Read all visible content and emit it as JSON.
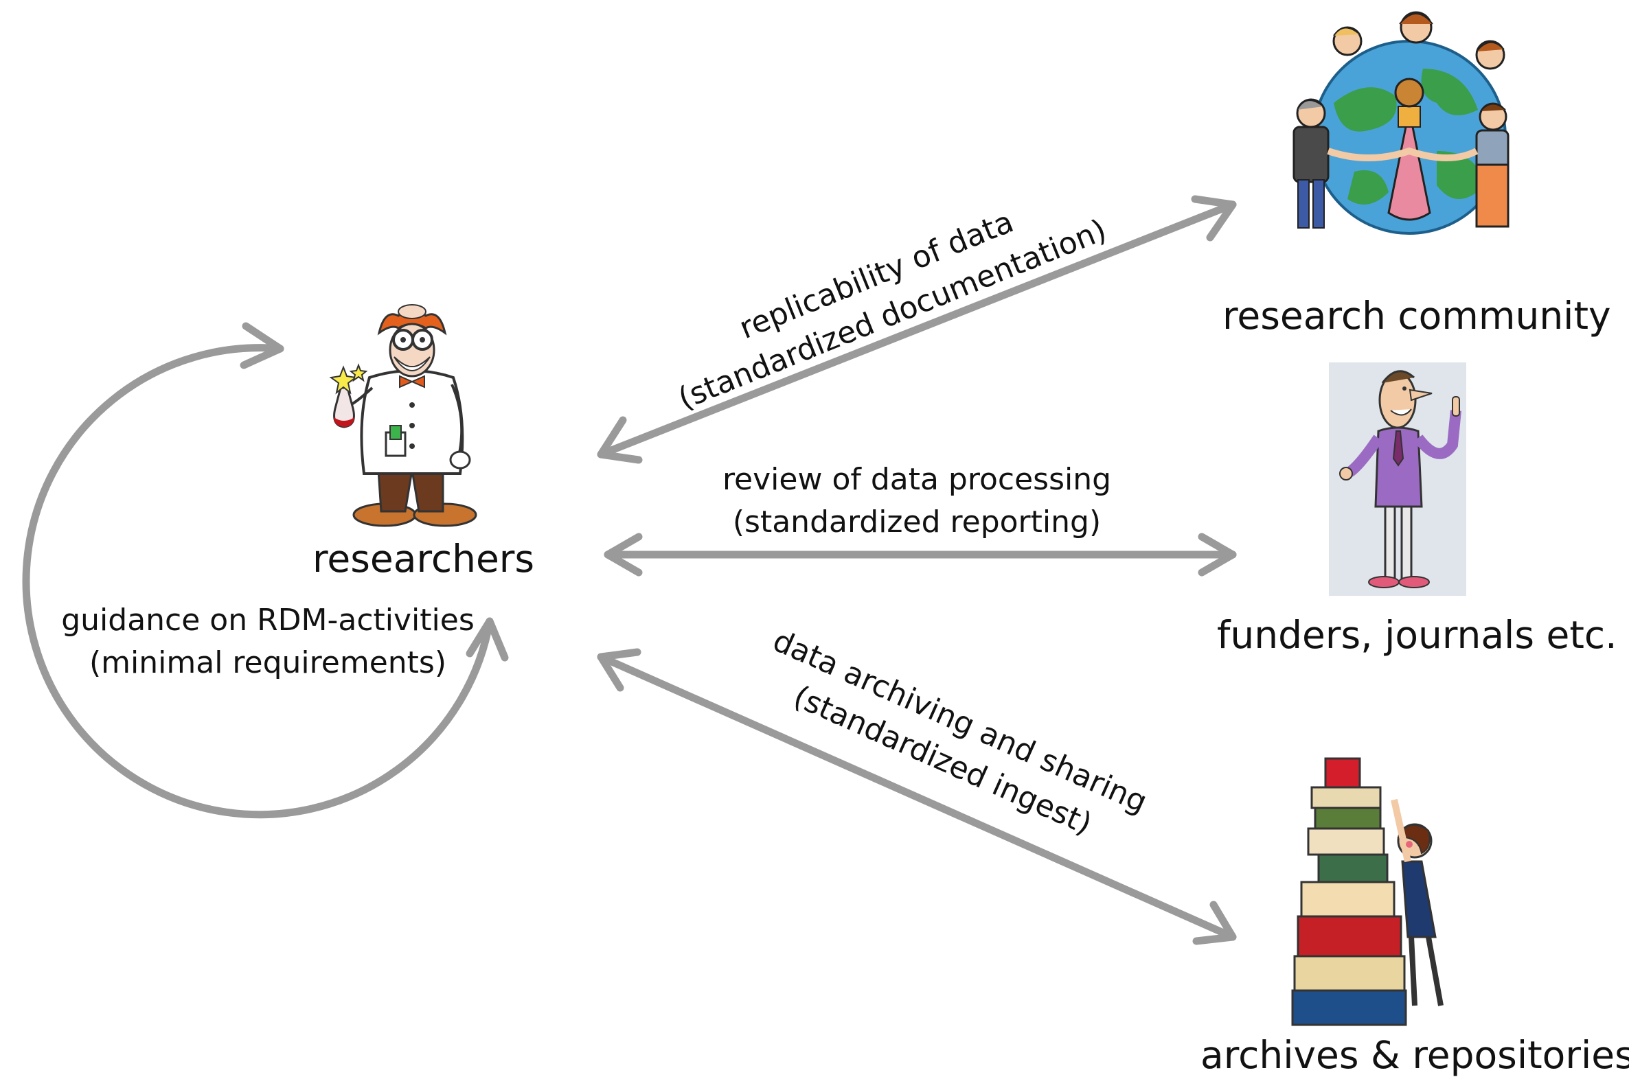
{
  "nodes": {
    "researchers": "researchers",
    "research_community": "research community",
    "funders": "funders, journals etc.",
    "archives": "archives & repositories"
  },
  "edges": {
    "replicability": {
      "line1": "replicability of data",
      "line2": "(standardized documentation)"
    },
    "review": {
      "line1": "review of data processing",
      "line2": "(standardized reporting)"
    },
    "archiving": {
      "line1": "data archiving and sharing",
      "line2": "(standardized ingest)"
    },
    "guidance": {
      "line1": "guidance on RDM-activities",
      "line2": "(minimal requirements)"
    }
  },
  "colors": {
    "arrow": "#9a9a9a",
    "text": "#111111"
  },
  "icons": {
    "researchers": "scientist-illustration",
    "research_community": "people-around-globe-illustration",
    "funders": "presenter-man-illustration",
    "archives": "girl-with-book-stack-illustration"
  }
}
